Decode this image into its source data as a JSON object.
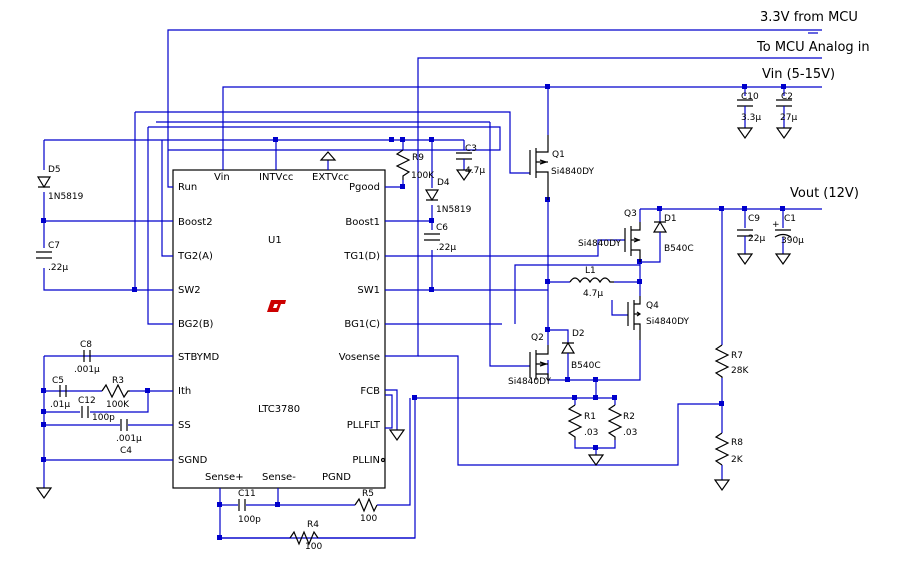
{
  "ic": {
    "ref": "U1",
    "part": "LTC3780",
    "pins_top": [
      "Vin",
      "INTVcc",
      "EXTVcc"
    ],
    "pins_left": [
      "Run",
      "Boost2",
      "TG2(A)",
      "SW2",
      "BG2(B)",
      "STBYMD",
      "Ith",
      "SS",
      "SGND"
    ],
    "pins_right": [
      "Pgood",
      "Boost1",
      "TG1(D)",
      "SW1",
      "BG1(C)",
      "Vosense",
      "FCB",
      "PLLFLT",
      "PLLIN"
    ],
    "pins_bottom": [
      "Sense+",
      "Sense-",
      "PGND"
    ]
  },
  "nets": {
    "mcu_3v3": "3.3V from MCU",
    "mcu_analog": "To MCU Analog in",
    "vin": "Vin (5-15V)",
    "vout": "Vout (12V)"
  },
  "parts": {
    "d5": {
      "ref": "D5",
      "value": "1N5819"
    },
    "c7": {
      "ref": "C7",
      "value": ".22µ"
    },
    "r9": {
      "ref": "R9",
      "value": "100K"
    },
    "d4": {
      "ref": "D4",
      "value": "1N5819"
    },
    "c3": {
      "ref": "C3",
      "value": "4.7µ"
    },
    "c6": {
      "ref": "C6",
      "value": ".22µ"
    },
    "q1": {
      "ref": "Q1",
      "value": "Si4840DY"
    },
    "c10": {
      "ref": "C10",
      "value": "3.3µ"
    },
    "c2": {
      "ref": "C2",
      "value": "27µ"
    },
    "q3": {
      "ref": "Q3",
      "value": "Si4840DY"
    },
    "d1": {
      "ref": "D1",
      "value": "B540C"
    },
    "c9": {
      "ref": "C9",
      "value": "22µ"
    },
    "c1": {
      "ref": "C1",
      "value": "390µ"
    },
    "l1": {
      "ref": "L1",
      "value": "4.7µ"
    },
    "q4": {
      "ref": "Q4",
      "value": "Si4840DY"
    },
    "q2": {
      "ref": "Q2",
      "value": "Si4840DY"
    },
    "d2": {
      "ref": "D2",
      "value": "B540C"
    },
    "r1": {
      "ref": "R1",
      "value": ".03"
    },
    "r2": {
      "ref": "R2",
      "value": ".03"
    },
    "r7": {
      "ref": "R7",
      "value": "28K"
    },
    "r8": {
      "ref": "R8",
      "value": "2K"
    },
    "c8": {
      "ref": "C8",
      "value": ".001µ"
    },
    "c5": {
      "ref": "C5",
      "value": ".01µ"
    },
    "r3": {
      "ref": "R3",
      "value": "100K"
    },
    "c12": {
      "ref": "C12",
      "value": "100p"
    },
    "c4": {
      "ref": "C4",
      "value": ".001µ"
    },
    "c11": {
      "ref": "C11",
      "value": "100p"
    },
    "r5": {
      "ref": "R5",
      "value": "100"
    },
    "r4": {
      "ref": "R4",
      "value": "100"
    }
  }
}
